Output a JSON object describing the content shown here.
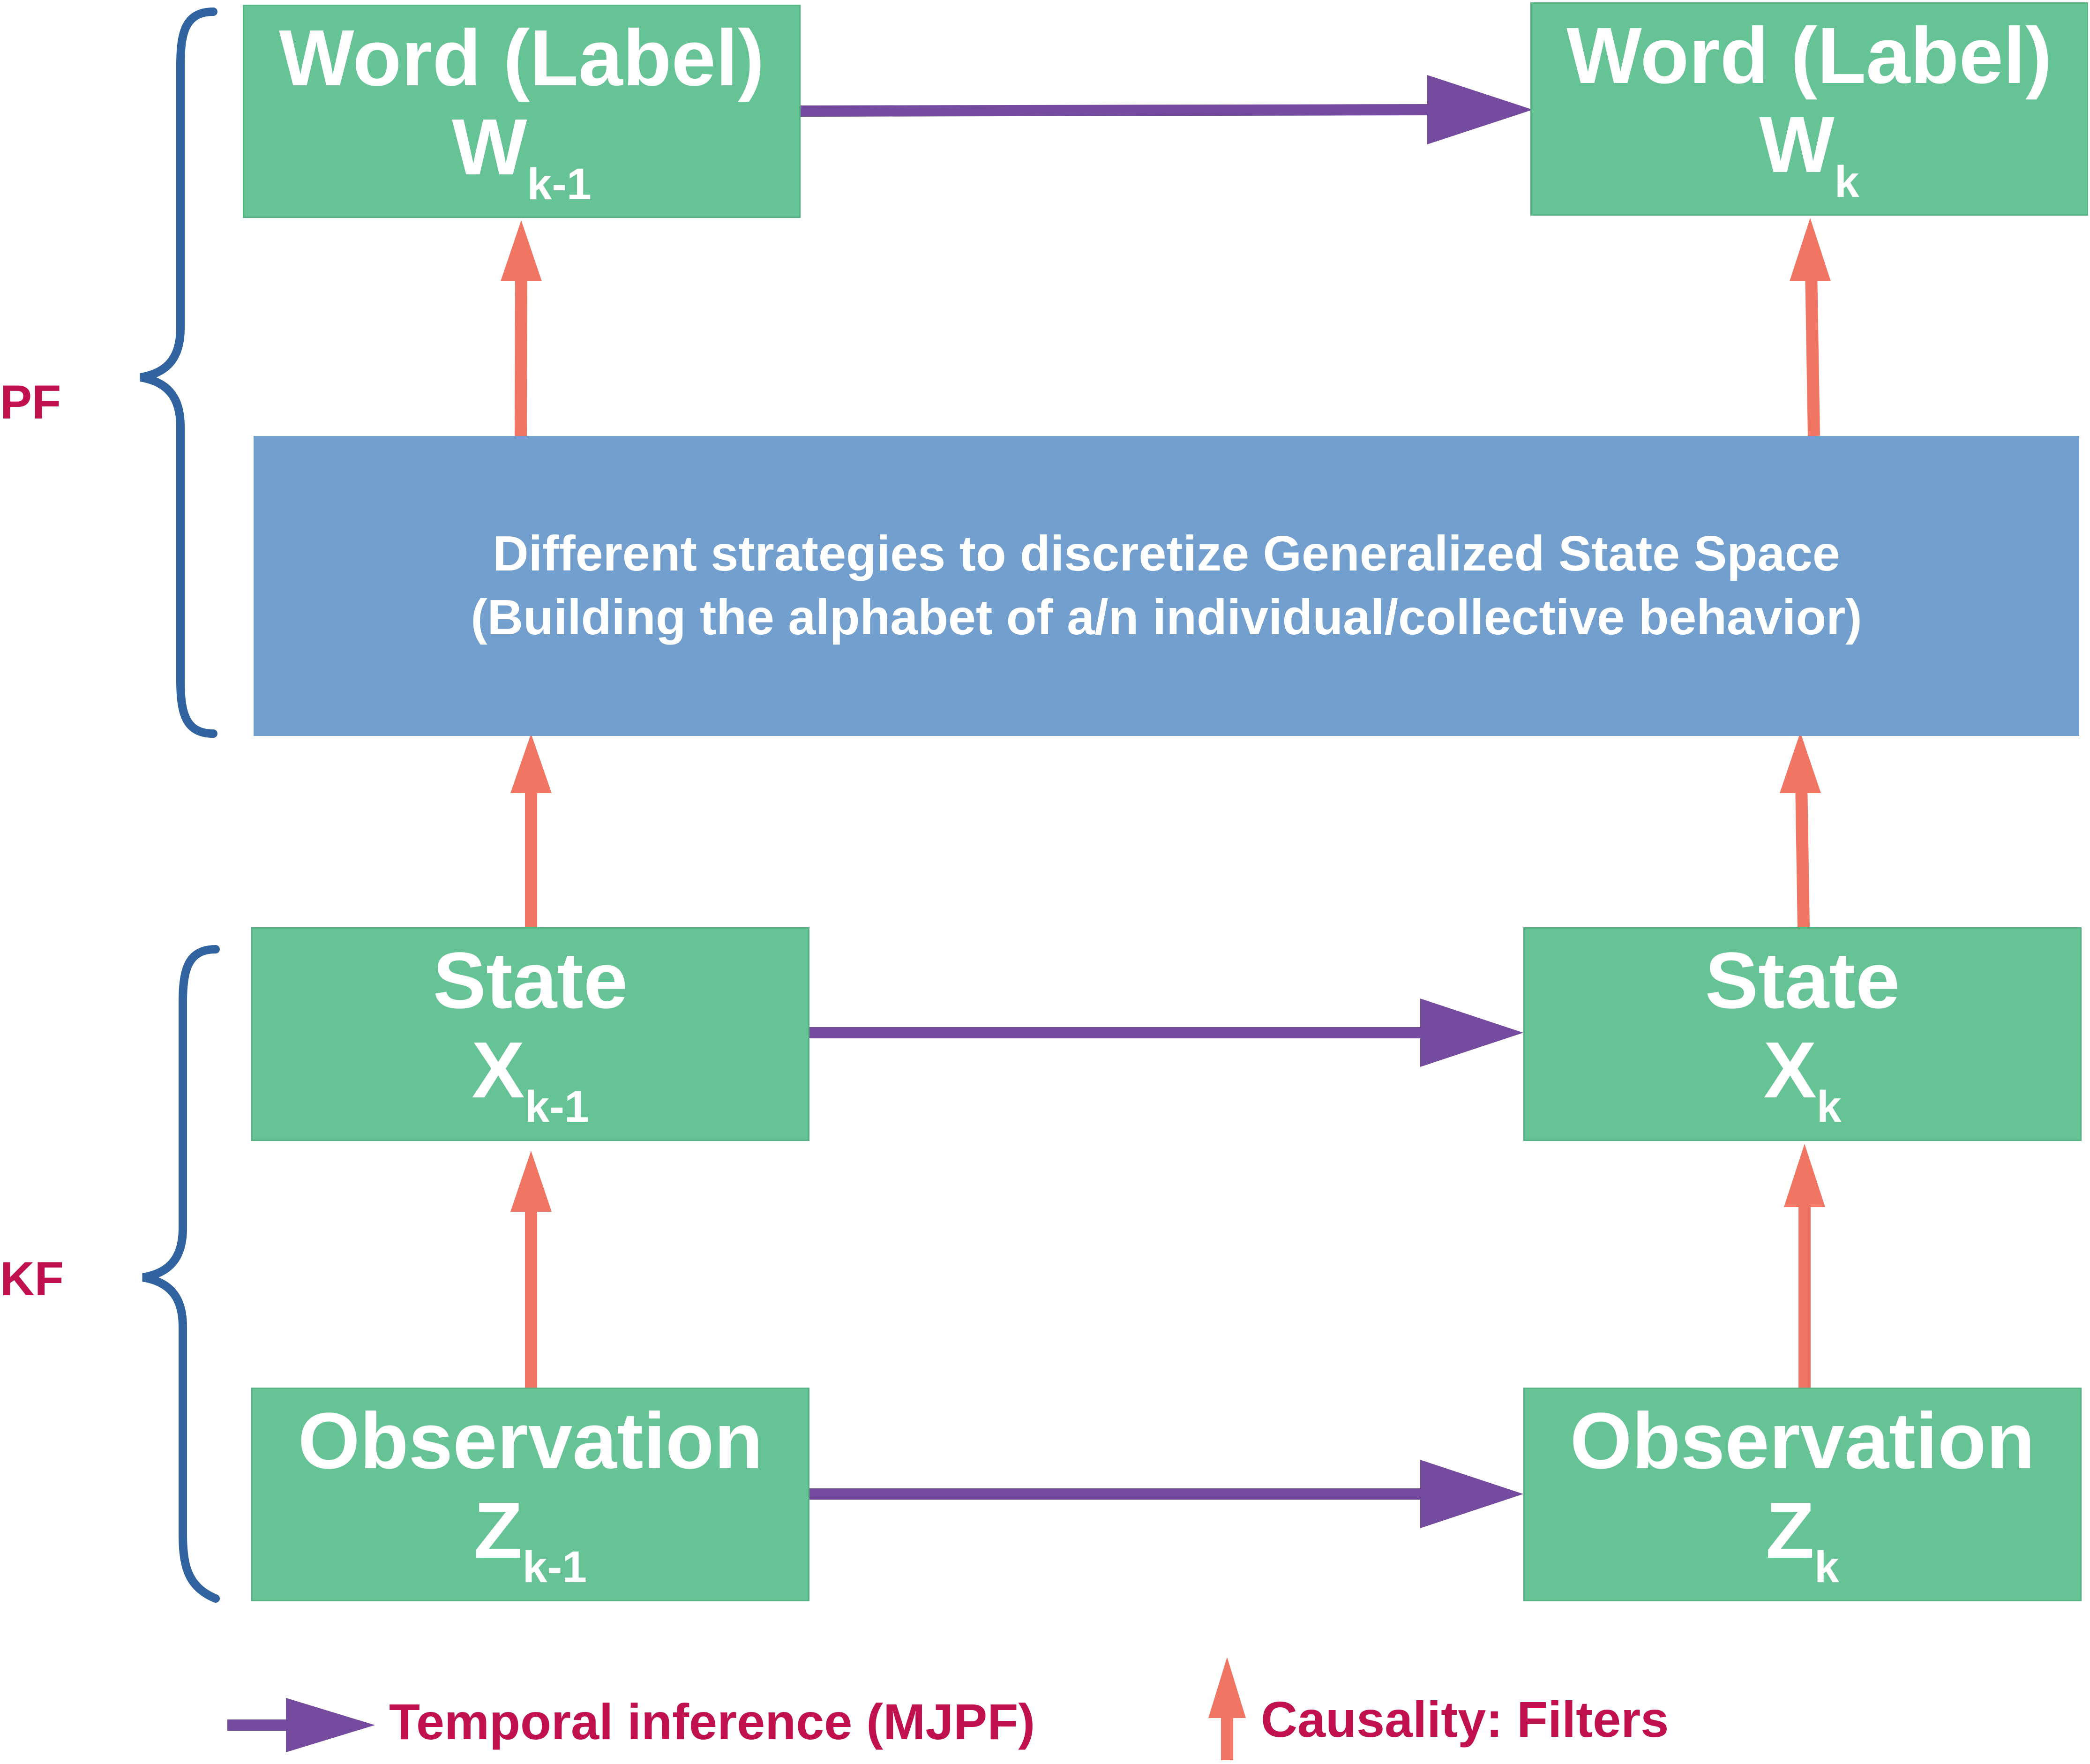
{
  "boxes": {
    "word_prev": {
      "title": "Word (Label)",
      "symbol": "W",
      "subscript": "k-1"
    },
    "word_curr": {
      "title": "Word (Label)",
      "symbol": "W",
      "subscript": "k"
    },
    "discretize": {
      "line1": "Different strategies to discretize Generalized State Space",
      "line2": "(Building the alphabet of a/n individual/collective behavior)"
    },
    "state_prev": {
      "title": "State",
      "symbol": "X",
      "subscript": "k-1"
    },
    "state_curr": {
      "title": "State",
      "symbol": "X",
      "subscript": "k"
    },
    "obs_prev": {
      "title": "Observation",
      "symbol": "Z",
      "subscript": "k-1"
    },
    "obs_curr": {
      "title": "Observation",
      "symbol": "Z",
      "subscript": "k"
    }
  },
  "braces": {
    "pf": "PF",
    "kf": "KF"
  },
  "legend": {
    "temporal": "Temporal inference (MJPF)",
    "causality": "Causality: Filters"
  },
  "colors": {
    "box_green": "#65c395",
    "box_blue": "#739fcf",
    "temporal_arrow": "#754b9f",
    "causal_arrow": "#f07563",
    "brace": "#30639f",
    "label_text": "#c0114e"
  }
}
